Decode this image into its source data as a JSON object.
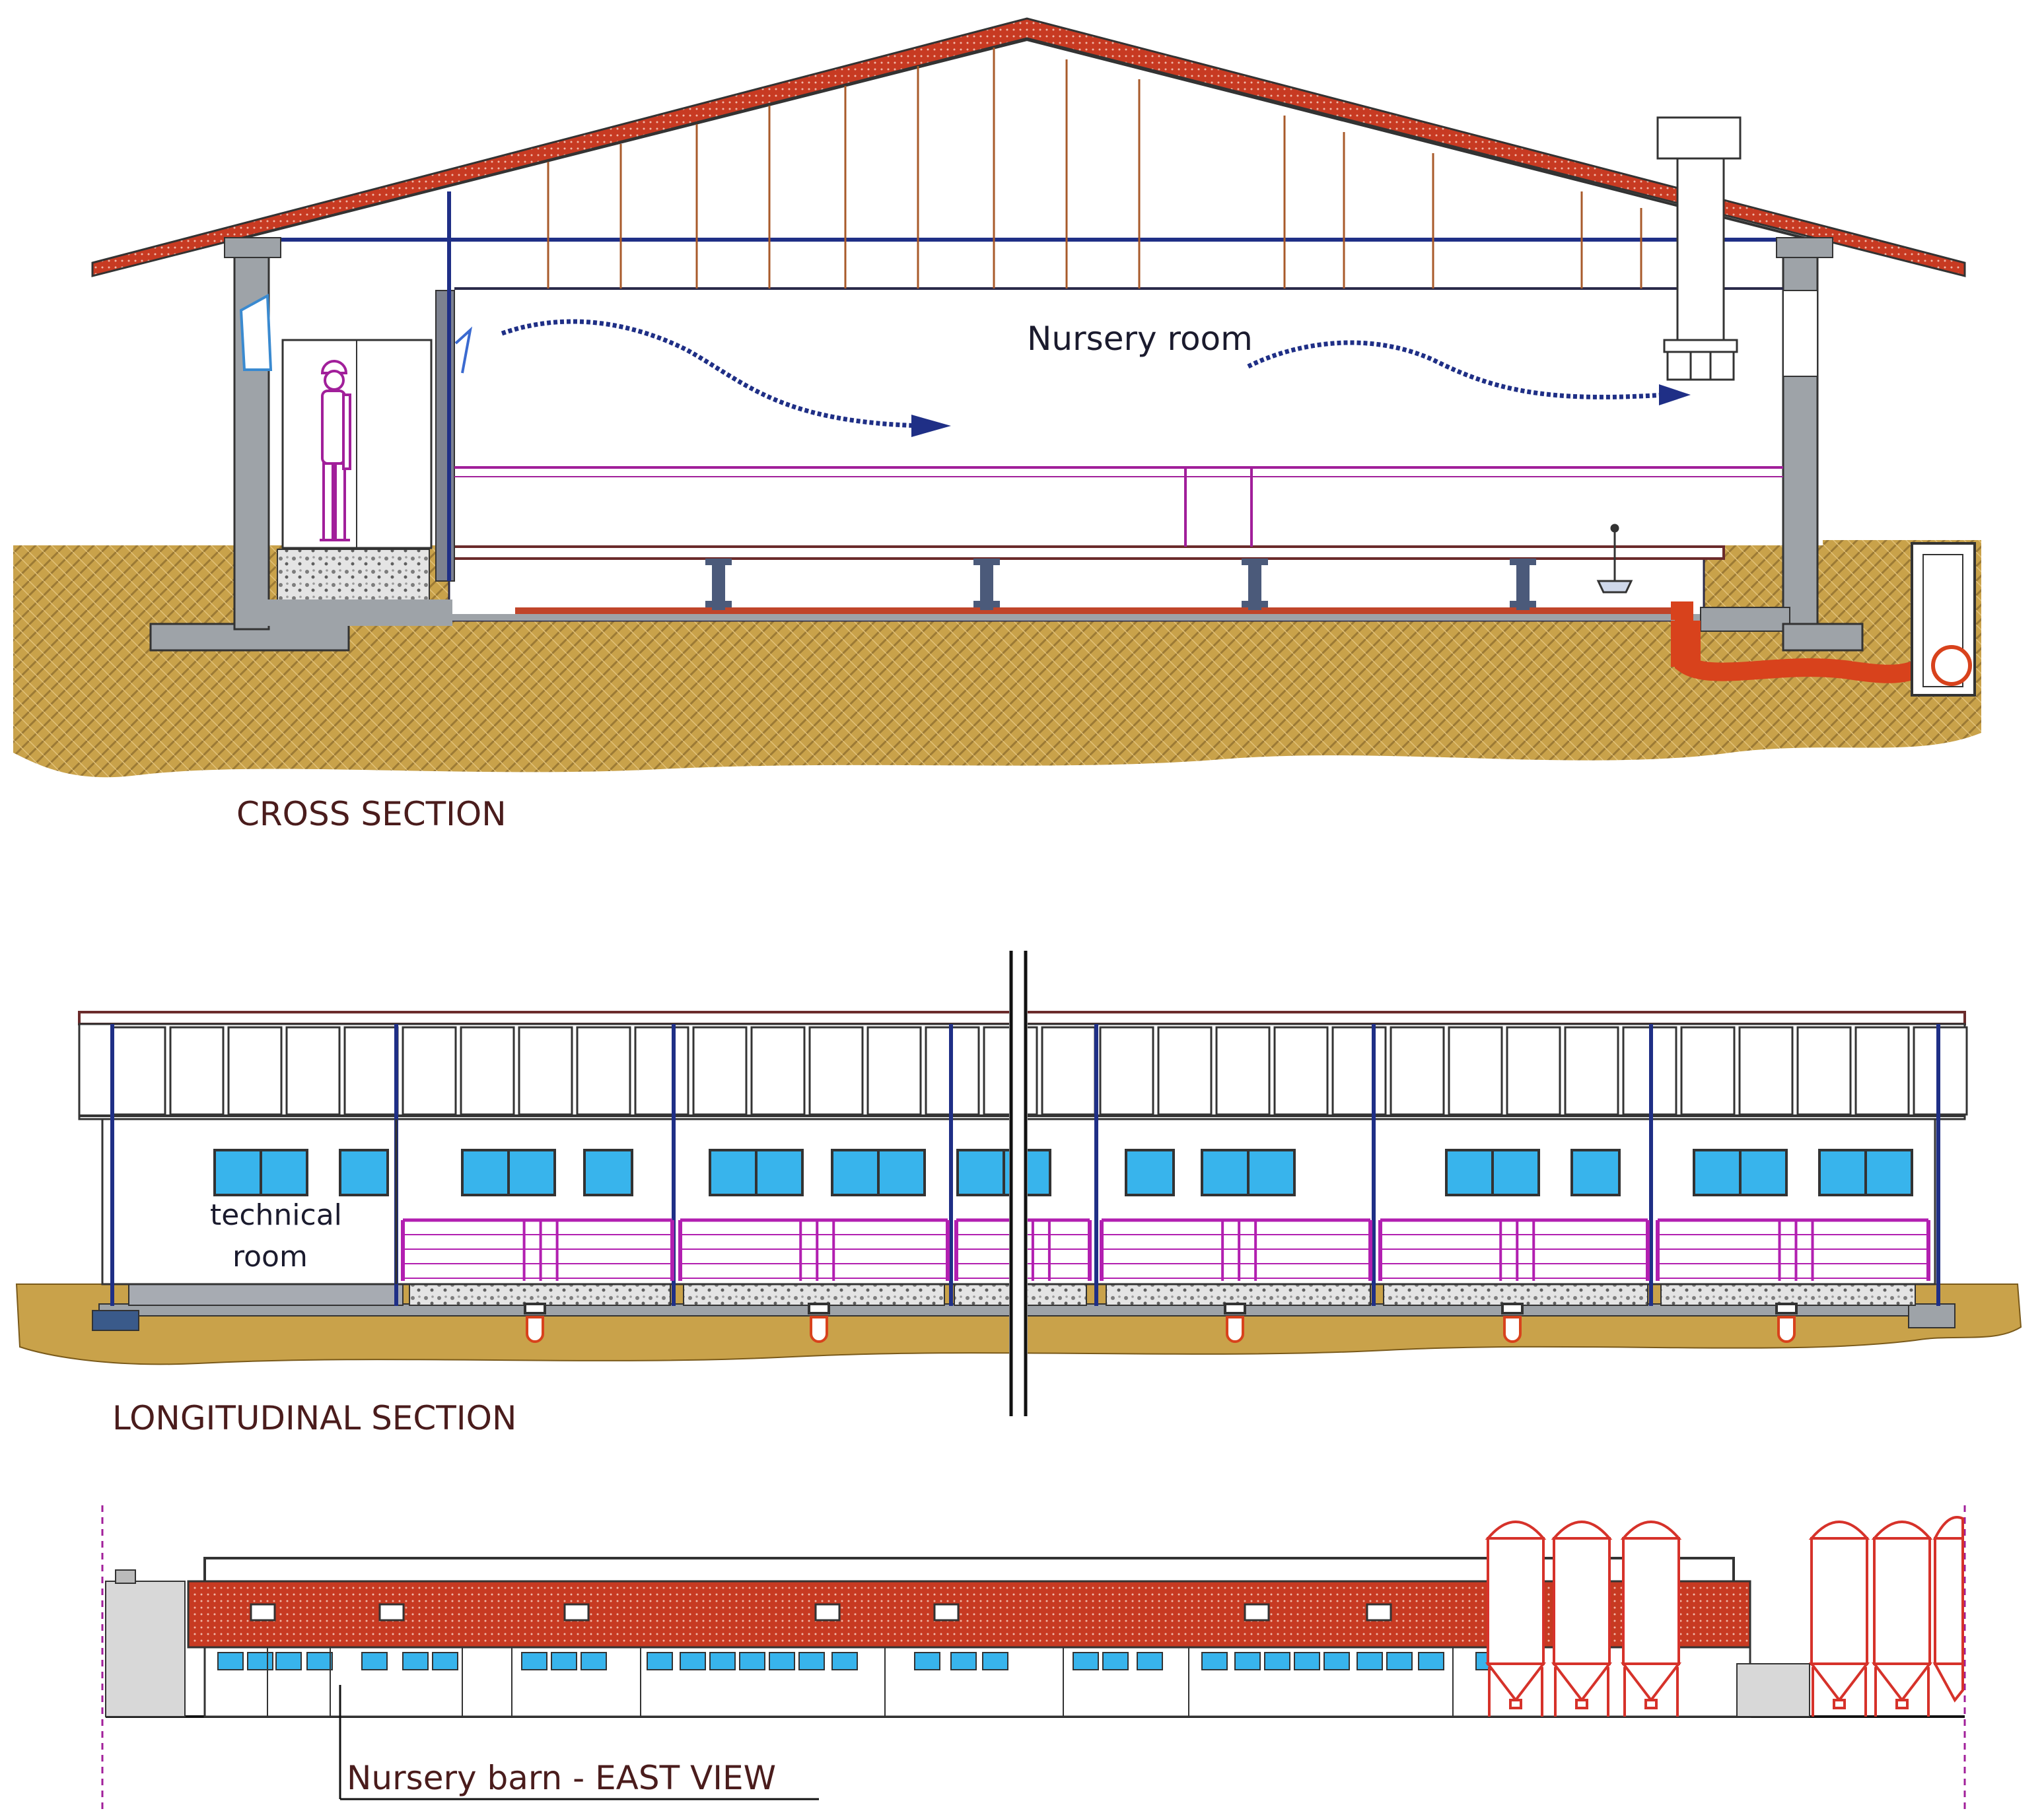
{
  "labels": {
    "nursery_room": "Nursery room",
    "cross_section": "CROSS SECTION",
    "technical_room_line1": "technical",
    "technical_room_line2": "room",
    "longitudinal_section": "LONGITUDINAL SECTION",
    "east_view": "Nursery barn - EAST VIEW"
  },
  "colors": {
    "soil": "#c9a24a",
    "soil_dark": "#a8833a",
    "concrete": "#9ea3a8",
    "roof_tile": "#c73a22",
    "airflow": "#1f2f86",
    "pen_rail": "#b21fb0",
    "window": "#38b4ec",
    "silo": "#d6322a",
    "drain": "#d8421c",
    "person": "#a11f9a"
  },
  "icons": [
    "person-icon",
    "airflow-arrow-icon",
    "exhaust-fan-icon",
    "silo-icon"
  ]
}
